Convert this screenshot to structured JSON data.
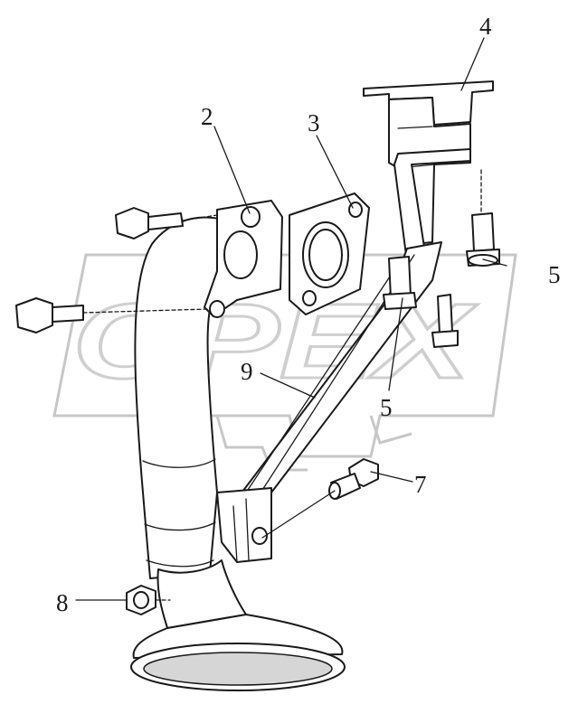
{
  "diagram": {
    "watermark": "OPEX",
    "callouts": [
      "2",
      "3",
      "4",
      "5",
      "5",
      "7",
      "8",
      "9"
    ]
  }
}
